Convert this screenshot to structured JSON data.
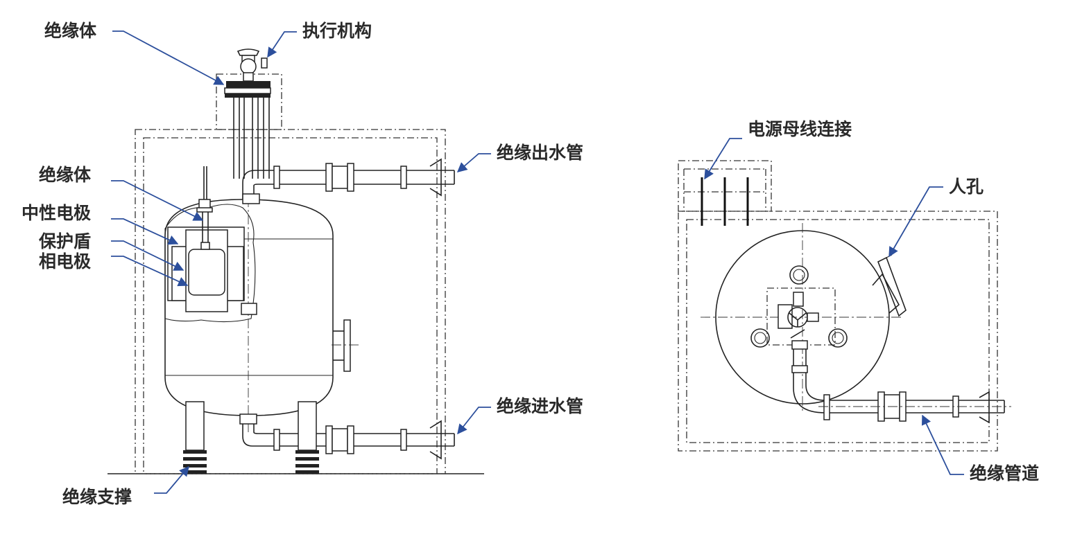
{
  "left_view": {
    "labels": {
      "insulator_top": "绝缘体",
      "actuator": "执行机构",
      "outlet_pipe": "绝缘出水管",
      "insulator_mid": "绝缘体",
      "neutral_electrode": "中性电极",
      "shield": "保护盾",
      "phase_electrode": "相电极",
      "inlet_pipe": "绝缘进水管",
      "support": "绝缘支撑"
    }
  },
  "right_view": {
    "labels": {
      "busbar": "电源母线连接",
      "manhole": "人孔",
      "pipe": "绝缘管道"
    }
  },
  "colors": {
    "leader": "#2c4f9c",
    "line": "#222222",
    "text": "#2a2a2a"
  }
}
